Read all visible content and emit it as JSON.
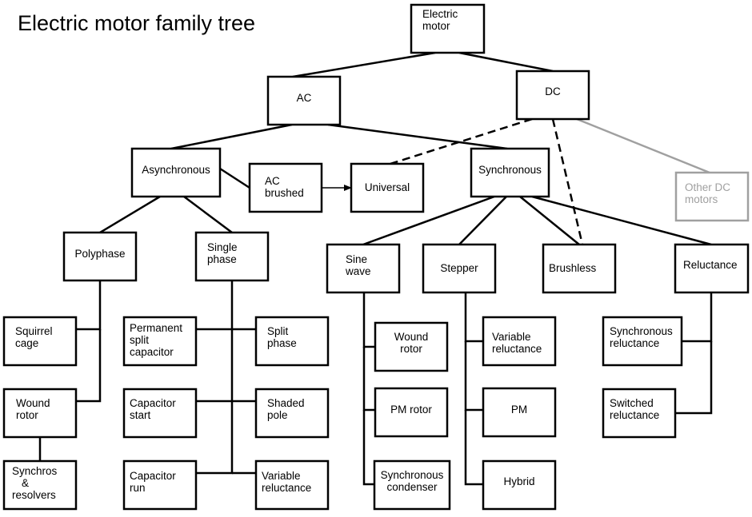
{
  "title": "Electric motor family tree",
  "nodes": {
    "electric_motor": {
      "lines": [
        "Electric",
        "motor"
      ],
      "color": "#000000"
    },
    "ac": {
      "lines": [
        "AC"
      ],
      "color": "#000000"
    },
    "dc": {
      "lines": [
        "DC"
      ],
      "color": "#000000"
    },
    "asynchronous": {
      "lines": [
        "Asynchronous"
      ],
      "color": "#000000"
    },
    "ac_brushed": {
      "lines": [
        "AC",
        "brushed"
      ],
      "color": "#000000"
    },
    "universal": {
      "lines": [
        "Universal"
      ],
      "color": "#000000"
    },
    "synchronous": {
      "lines": [
        "Synchronous"
      ],
      "color": "#000000"
    },
    "other_dc": {
      "lines": [
        "Other DC",
        "motors"
      ],
      "color": "#a0a0a0"
    },
    "polyphase": {
      "lines": [
        "Polyphase"
      ],
      "color": "#000000"
    },
    "single_phase": {
      "lines": [
        "Single",
        "phase"
      ],
      "color": "#000000"
    },
    "sine_wave": {
      "lines": [
        "Sine",
        "wave"
      ],
      "color": "#000000"
    },
    "stepper": {
      "lines": [
        "Stepper"
      ],
      "color": "#000000"
    },
    "brushless": {
      "lines": [
        "Brushless"
      ],
      "color": "#000000"
    },
    "reluctance": {
      "lines": [
        "Reluctance"
      ],
      "color": "#000000"
    },
    "squirrel_cage": {
      "lines": [
        "Squirrel",
        "cage"
      ],
      "color": "#000000"
    },
    "wound_rotor_poly": {
      "lines": [
        "Wound",
        "rotor"
      ],
      "color": "#000000"
    },
    "synchros": {
      "lines": [
        "Synchros",
        "&",
        "resolvers"
      ],
      "color": "#000000"
    },
    "permanent_split": {
      "lines": [
        "Permanent",
        "split",
        "capacitor"
      ],
      "color": "#000000"
    },
    "split_phase": {
      "lines": [
        "Split",
        "phase"
      ],
      "color": "#000000"
    },
    "capacitor_start": {
      "lines": [
        "Capacitor",
        "start"
      ],
      "color": "#000000"
    },
    "shaded_pole": {
      "lines": [
        "Shaded",
        "pole"
      ],
      "color": "#000000"
    },
    "capacitor_run": {
      "lines": [
        "Capacitor",
        "run"
      ],
      "color": "#000000"
    },
    "variable_reluctance_sp": {
      "lines": [
        "Variable",
        "reluctance"
      ],
      "color": "#000000"
    },
    "wound_rotor_sine": {
      "lines": [
        "Wound",
        "rotor"
      ],
      "color": "#000000"
    },
    "pm_rotor": {
      "lines": [
        "PM rotor"
      ],
      "color": "#000000"
    },
    "sync_condenser": {
      "lines": [
        "Synchronous",
        "condenser"
      ],
      "color": "#000000"
    },
    "variable_reluctance_st": {
      "lines": [
        "Variable",
        "reluctance"
      ],
      "color": "#000000"
    },
    "pm": {
      "lines": [
        "PM"
      ],
      "color": "#000000"
    },
    "hybrid": {
      "lines": [
        "Hybrid"
      ],
      "color": "#000000"
    },
    "sync_reluctance": {
      "lines": [
        "Synchronous",
        "reluctance"
      ],
      "color": "#000000"
    },
    "switched_reluctance": {
      "lines": [
        "Switched",
        "reluctance"
      ],
      "color": "#000000"
    }
  },
  "edges": [
    {
      "from": "electric_motor",
      "to": "ac",
      "style": "solid"
    },
    {
      "from": "electric_motor",
      "to": "dc",
      "style": "solid"
    },
    {
      "from": "ac",
      "to": "asynchronous",
      "style": "solid"
    },
    {
      "from": "ac",
      "to": "synchronous",
      "style": "solid"
    },
    {
      "from": "asynchronous",
      "to": "ac_brushed",
      "style": "solid"
    },
    {
      "from": "ac_brushed",
      "to": "universal",
      "style": "arrow"
    },
    {
      "from": "dc",
      "to": "universal",
      "style": "dashed"
    },
    {
      "from": "dc",
      "to": "brushless",
      "style": "dashed"
    },
    {
      "from": "dc",
      "to": "other_dc",
      "style": "gray"
    },
    {
      "from": "asynchronous",
      "to": "polyphase",
      "style": "solid"
    },
    {
      "from": "asynchronous",
      "to": "single_phase",
      "style": "solid"
    },
    {
      "from": "synchronous",
      "to": "sine_wave",
      "style": "solid"
    },
    {
      "from": "synchronous",
      "to": "stepper",
      "style": "solid"
    },
    {
      "from": "synchronous",
      "to": "brushless",
      "style": "solid"
    },
    {
      "from": "synchronous",
      "to": "reluctance",
      "style": "solid"
    },
    {
      "from": "polyphase",
      "to": "squirrel_cage",
      "style": "bus"
    },
    {
      "from": "polyphase",
      "to": "wound_rotor_poly",
      "style": "bus"
    },
    {
      "from": "wound_rotor_poly",
      "to": "synchros",
      "style": "solid"
    },
    {
      "from": "single_phase",
      "to": "permanent_split",
      "style": "bus"
    },
    {
      "from": "single_phase",
      "to": "split_phase",
      "style": "bus"
    },
    {
      "from": "single_phase",
      "to": "capacitor_start",
      "style": "bus"
    },
    {
      "from": "single_phase",
      "to": "shaded_pole",
      "style": "bus"
    },
    {
      "from": "single_phase",
      "to": "capacitor_run",
      "style": "bus"
    },
    {
      "from": "single_phase",
      "to": "variable_reluctance_sp",
      "style": "bus"
    },
    {
      "from": "sine_wave",
      "to": "wound_rotor_sine",
      "style": "bus"
    },
    {
      "from": "sine_wave",
      "to": "pm_rotor",
      "style": "bus"
    },
    {
      "from": "sine_wave",
      "to": "sync_condenser",
      "style": "bus"
    },
    {
      "from": "stepper",
      "to": "variable_reluctance_st",
      "style": "bus"
    },
    {
      "from": "stepper",
      "to": "pm",
      "style": "bus"
    },
    {
      "from": "stepper",
      "to": "hybrid",
      "style": "bus"
    },
    {
      "from": "reluctance",
      "to": "sync_reluctance",
      "style": "bus"
    },
    {
      "from": "reluctance",
      "to": "switched_reluctance",
      "style": "bus"
    }
  ]
}
